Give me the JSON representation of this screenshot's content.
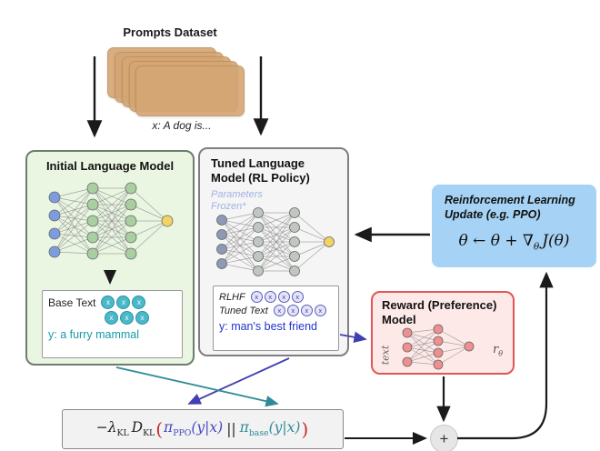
{
  "colors": {
    "green-fill": "#eaf6e2",
    "green-border": "#6b7d6b",
    "gray-fill": "#f5f5f5",
    "gray-border": "#7f7f7f",
    "blue-fill": "#a6d3f5",
    "red-fill": "#fdeae8",
    "red-border": "#e25555",
    "card": "#d4a674",
    "token-teal": "#49b9c9",
    "formula-fill": "#f2f2f2",
    "teal-arrow": "#2e8b9a",
    "purple-arrow": "#4040b0"
  },
  "prompts": {
    "title": "Prompts Dataset",
    "example": "x: A dog is..."
  },
  "initial_model": {
    "title": "Initial Language Model",
    "base_text_label": "Base Text",
    "output_text": "y: a furry mammal"
  },
  "tuned_model": {
    "title": "Tuned Language Model (RL Policy)",
    "frozen_note": "Parameters Frozen*",
    "rlhf_label": "RLHF",
    "tuned_text_label": "Tuned Text",
    "output_text": "y: man's best friend"
  },
  "rl_update": {
    "title": "Reinforcement Learning Update (e.g. PPO)",
    "formula_pre": "θ ← θ + ∇",
    "formula_sub": "θ",
    "formula_post": "J(θ)"
  },
  "reward_model": {
    "title": "Reward (Preference) Model",
    "input_label": "text",
    "output_pre": "r",
    "output_sub": "θ"
  },
  "kl_formula": {
    "neg_lambda": "−λ",
    "lambda_sub": "KL",
    "d": "D",
    "d_sub": "KL",
    "open": "(",
    "pi1": "π",
    "pi1_sub": "PPO",
    "pi1_args": "(y|x)",
    "bar": "||",
    "pi2": "π",
    "pi2_sub": "base",
    "pi2_args": "(y|x)",
    "close": ")"
  },
  "plus_label": "+",
  "tokens": {
    "char": "x"
  }
}
